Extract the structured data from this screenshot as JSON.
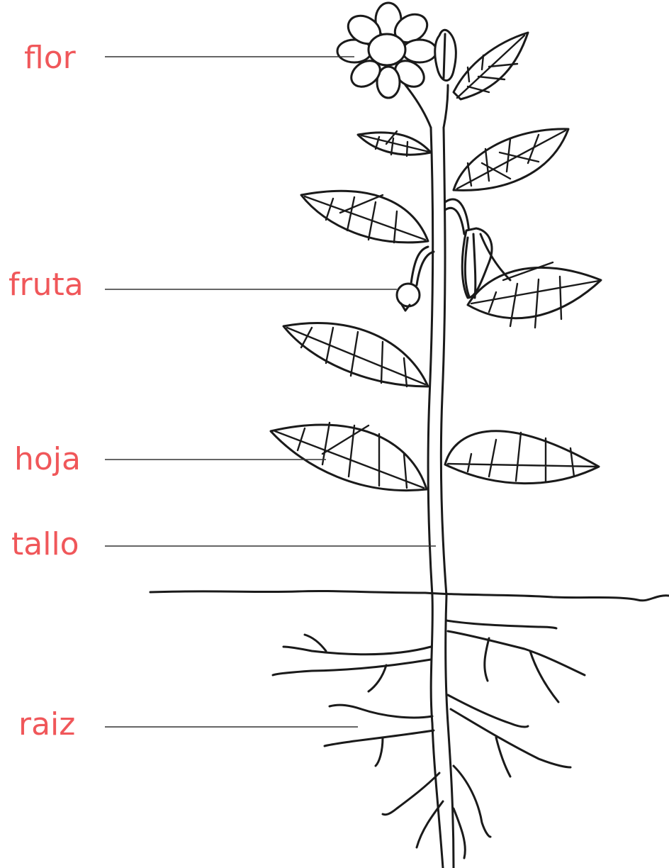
{
  "labels": {
    "flor": "flor",
    "fruta": "fruta",
    "hoja": "hoja",
    "tallo": "tallo",
    "raiz": "raiz"
  },
  "colors": {
    "label": "#f0575a",
    "line": "#1a1a1a",
    "background": "#ffffff"
  }
}
